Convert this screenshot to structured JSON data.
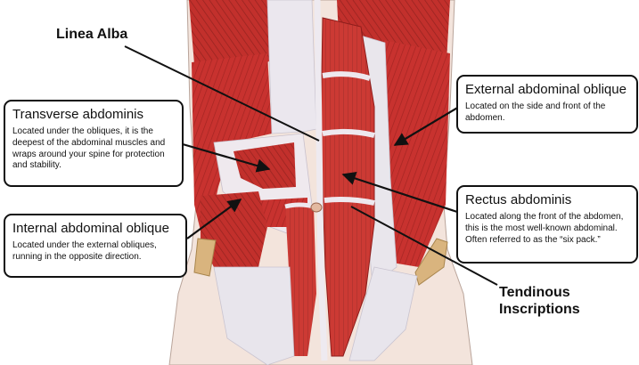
{
  "labels": {
    "linea_alba": "Linea Alba",
    "tendinous_line1": "Tendinous",
    "tendinous_line2": "Inscriptions"
  },
  "callouts": {
    "transverse": {
      "title": "Transverse abdominis",
      "description": "Located under the obliques, it is the deepest of the abdominal muscles and wraps around your spine for protection and stability."
    },
    "internal": {
      "title": "Internal abdominal oblique",
      "description": "Located under the external obliques, running in the opposite direction."
    },
    "external": {
      "title": "External abdominal oblique",
      "description": "Located on the side and front of the abdomen."
    },
    "rectus": {
      "title": "Rectus abdominis",
      "description": "Located along the front of the abdomen, this is the most well-known abdominal. Often referred to as the “six pack.”"
    }
  },
  "colors": {
    "muscle": "#c8322f",
    "muscle_dark": "#8e1d1b",
    "muscle_light": "#e06b5e",
    "tendon": "#e8e4ea",
    "fat_pad": "#d9b47e",
    "line": "#111111"
  }
}
